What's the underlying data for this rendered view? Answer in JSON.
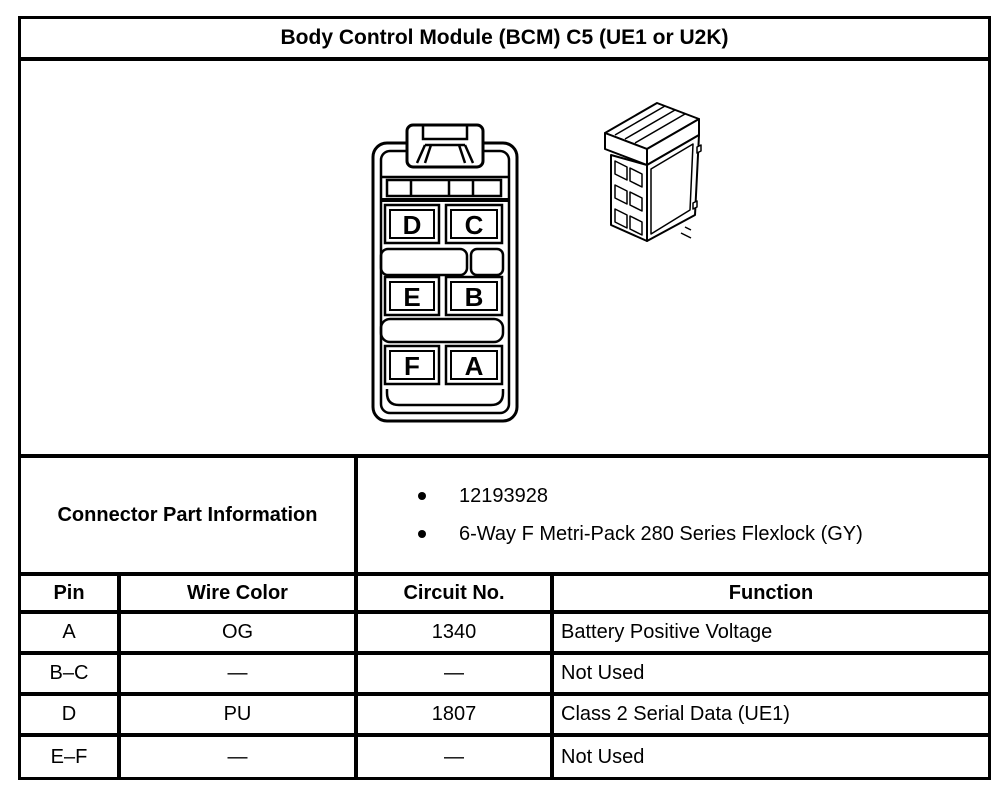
{
  "title": "Body Control Module (BCM) C5 (UE1 or U2K)",
  "colors": {
    "border": "#000000",
    "background": "#ffffff",
    "text": "#000000"
  },
  "diagram": {
    "front_view": {
      "description": "6-way connector face view",
      "pin_labels": [
        "D",
        "C",
        "E",
        "B",
        "F",
        "A"
      ]
    },
    "side_view": "isometric-connector-drawing"
  },
  "part_info": {
    "label": "Connector Part Information",
    "bullets": [
      "12193928",
      "6-Way F Metri-Pack 280 Series Flexlock (GY)"
    ]
  },
  "pin_table": {
    "headers": [
      "Pin",
      "Wire Color",
      "Circuit No.",
      "Function"
    ],
    "rows": [
      {
        "pin": "A",
        "wire_color": "OG",
        "circuit_no": "1340",
        "function": "Battery Positive Voltage"
      },
      {
        "pin": "B–C",
        "wire_color": "—",
        "circuit_no": "—",
        "function": "Not Used"
      },
      {
        "pin": "D",
        "wire_color": "PU",
        "circuit_no": "1807",
        "function": "Class 2 Serial Data (UE1)"
      },
      {
        "pin": "E–F",
        "wire_color": "—",
        "circuit_no": "—",
        "function": "Not Used"
      }
    ]
  }
}
